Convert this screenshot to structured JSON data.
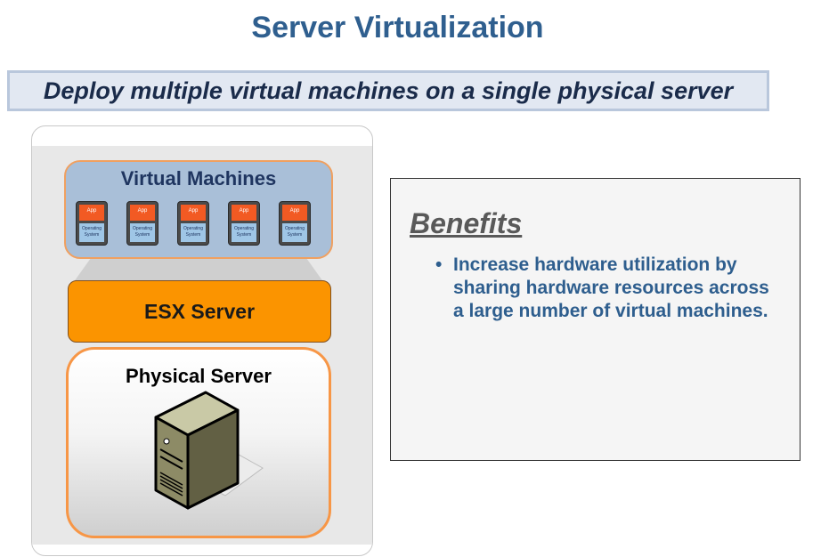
{
  "title": "Server Virtualization",
  "subtitle": "Deploy multiple virtual machines on a single physical server",
  "diagram": {
    "vm_layer": {
      "label": "Virtual Machines",
      "vms": [
        {
          "app": "App",
          "os": "Operating System"
        },
        {
          "app": "App",
          "os": "Operating System"
        },
        {
          "app": "App",
          "os": "Operating System"
        },
        {
          "app": "App",
          "os": "Operating System"
        },
        {
          "app": "App",
          "os": "Operating System"
        }
      ]
    },
    "hypervisor_label": "ESX Server",
    "hardware_label": "Physical Server",
    "icons": [
      "vm-icon",
      "server-tower-icon"
    ]
  },
  "benefits": {
    "title": "Benefits",
    "items": [
      "Increase hardware utilization by sharing hardware resources across a large number of virtual machines."
    ]
  },
  "colors": {
    "title": "#2f5f8f",
    "vm_layer": "#a9bfd8",
    "hypervisor": "#fb9400",
    "accent_border": "#f79646",
    "benefit_text": "#2e5e8e"
  }
}
